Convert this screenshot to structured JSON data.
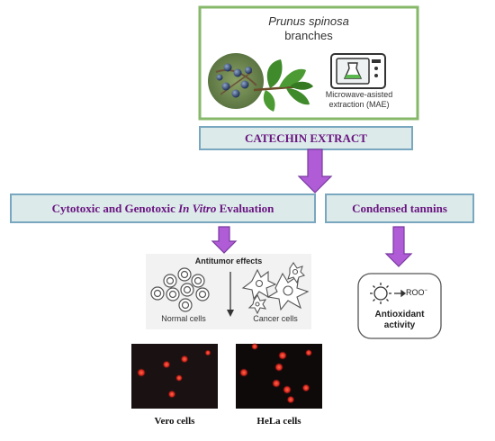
{
  "top_box": {
    "title_italic": "Prunus spinosa",
    "title_rest": "branches",
    "mae_line1": "Microwave-asisted",
    "mae_line2": "extraction (MAE)"
  },
  "catechin": {
    "label": "CATECHIN EXTRACT"
  },
  "left_box": {
    "text_before": "Cytotoxic and Genotoxic ",
    "text_italic": "In Vitro",
    "text_after": " Evaluation"
  },
  "right_box": {
    "label": "Condensed tannins"
  },
  "antitumor": {
    "title": "Antitumor effects",
    "normal_label": "Normal cells",
    "cancer_label": "Cancer cells"
  },
  "antioxidant": {
    "roo": "ROO",
    "roo_sup": "−",
    "line1": "Antioxidant",
    "line2": "activity"
  },
  "micrographs": {
    "vero_label": "Vero cells",
    "hela_label": "HeLa cells"
  },
  "colors": {
    "arrow": "#b05cd6",
    "green_border": "#86b86a",
    "box_fill": "#dcebea",
    "box_border": "#7aa7c0",
    "text_purple": "#6a1580"
  }
}
